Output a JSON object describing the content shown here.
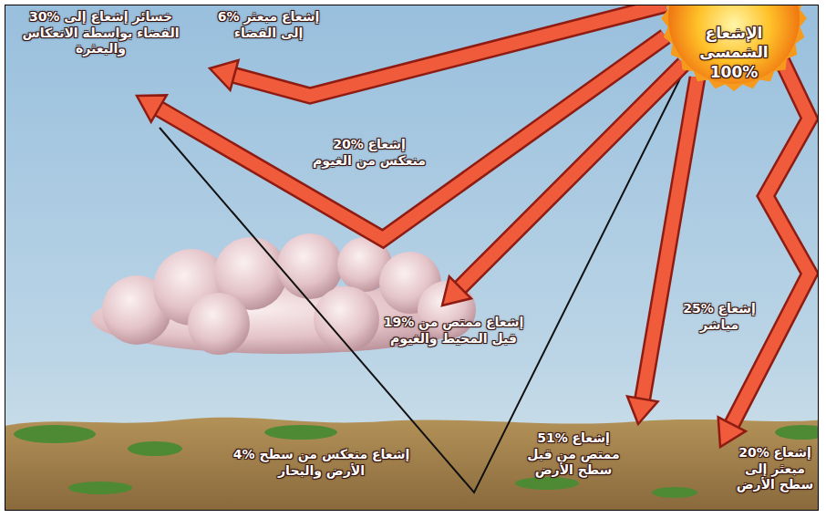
{
  "diagram": {
    "nodes": [
      {
        "text": [
          "الإشعاع الشمسى 100%"
        ]
      }
    ],
    "labels": [
      "30% خسائر إشعاع إلى الفضاء بواسطة الانعكاس والبعثرة",
      "6% إشعاع مبعثر إلى الفضاء",
      "20% إشعاع منعكس من الغيوم",
      "25% إشعاع مباشر",
      "19% إشعاع ممتص من قبل المحيط والغيوم",
      "51% إشعاع ممتص من قبل سطح الأرض",
      "20% إشعاع مبعثر إلى سطح الأرض",
      "4% إشعاع منعكس من سطح الأرض والبحار"
    ]
  }
}
